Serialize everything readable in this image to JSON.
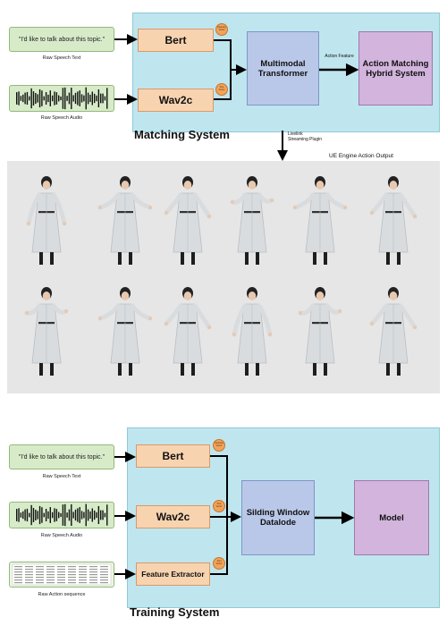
{
  "matching": {
    "title": "Matching System",
    "text_input": "\"I'd like to talk about this topic.\"",
    "text_caption": "Raw Speech Text",
    "audio_caption": "Raw Speech Audio",
    "bert": "Bert",
    "wav2c": "Wav2c",
    "bert_badge": "Meaning Vector",
    "wav_badge": "Tone Vector",
    "transformer": "Multimodal Transformer",
    "action_feature": "Action Feature",
    "matcher": "Action Matching Hybrid System",
    "livelink": "Livelink Streaming Plugin"
  },
  "gallery": {
    "title": "UE Engine Action Output",
    "rows": [
      [
        "figure-1",
        "figure-2",
        "figure-3",
        "figure-4",
        "figure-5",
        "figure-6"
      ],
      [
        "figure-7",
        "figure-8",
        "figure-9",
        "figure-10",
        "figure-11",
        "figure-12"
      ]
    ],
    "colors": {
      "robe": "#d9dcdf",
      "robe_shade": "#b9bec4",
      "hair": "#222222",
      "skin": "#e8c9b0",
      "boots": "#1e1e1e",
      "belt": "#333333",
      "background": "#e6e6e6"
    }
  },
  "training": {
    "title": "Training System",
    "text_input": "\"I'd like to talk about this topic.\"",
    "text_caption": "Raw Speech Text",
    "audio_caption": "Raw Speech Audio",
    "action_caption": "Raw Action sequence",
    "bert": "Bert",
    "wav2c": "Wav2c",
    "feature": "Feature Extractor",
    "bert_badge": "Meaning Vector",
    "wav_badge": "Tone Vector",
    "feat_badge": "Joint Vector",
    "window": "Silding Window Datalode",
    "model": "Model"
  },
  "colors": {
    "panel": "#bfe6ef",
    "input": "#d7ebc9",
    "encoder": "#f8d3b0",
    "middle": "#b9c8e8",
    "right": "#d2b4dc",
    "badge": "#f0a35a",
    "arrow": "#000000"
  }
}
